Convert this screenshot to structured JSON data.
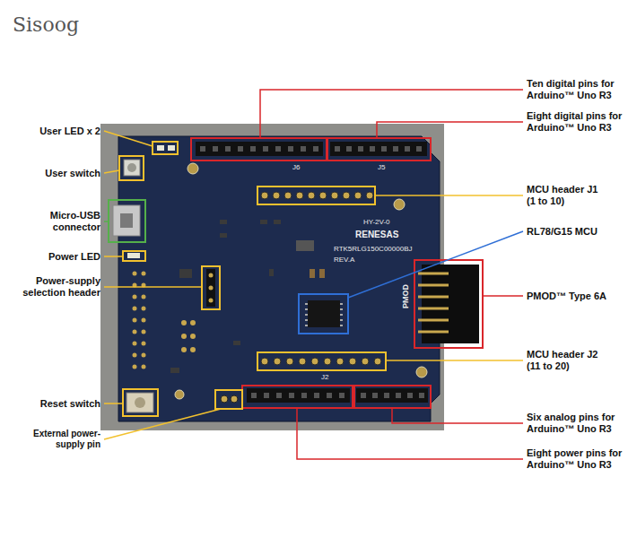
{
  "diagram": {
    "labels": [
      "Sisoog",
      "Ten digital pins for Arduino™ Uno R3",
      "Eight digital pins for Arduino™ Uno R3",
      "User LED x 2",
      "User switch",
      "MCU header J1 (1 to 10)",
      "Micro-USB connector",
      "RL78/G15 MCU",
      "Power LED",
      "Power-supply selection header",
      "PMOD™ Type 6A",
      "MCU header J2 (11 to 20)",
      "Reset switch",
      "External power-supply pin",
      "Six analog pins for Arduino™ Uno R3",
      "Eight power pins for Arduino™ Uno R3",
      "J6",
      "J5",
      "HY-2V-0",
      "RENESAS",
      "RTK5RLG150C00000BJ",
      "REV.A",
      "PMOD",
      "J2"
    ]
  }
}
